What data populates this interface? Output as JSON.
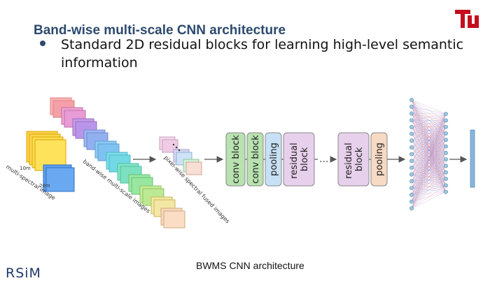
{
  "slide": {
    "title": "Band-wise multi-scale CNN architecture",
    "bullet": "Standard 2D residual blocks for learning high-level semantic information",
    "caption": "BWMS CNN architecture",
    "footer_logo_text": "RSiM",
    "corner_logo_text": "TU"
  },
  "diagram": {
    "input_labels": {
      "res_10m": "10m",
      "res_20m": "20m",
      "image": "multi-spectral image"
    },
    "stack_labels": {
      "bandwise": "band-wise multi-scale images",
      "fused": "pixel-wise spectral fused images"
    },
    "blocks": [
      {
        "label": "conv block",
        "color": "#b8e2b0"
      },
      {
        "label": "conv block",
        "color": "#b8e2b0"
      },
      {
        "label": "pooling",
        "color": "#c7e0f5"
      },
      {
        "label": "residual block",
        "color": "#e7d0eb"
      },
      {
        "label": "residual block",
        "color": "#e7d0eb"
      },
      {
        "label": "pooling",
        "color": "#f7dac4"
      }
    ],
    "ellipsis": "...",
    "colors": {
      "arrow": "#555555",
      "net_node": "#9ec9e0",
      "output_bar": "#87b5dc"
    }
  }
}
